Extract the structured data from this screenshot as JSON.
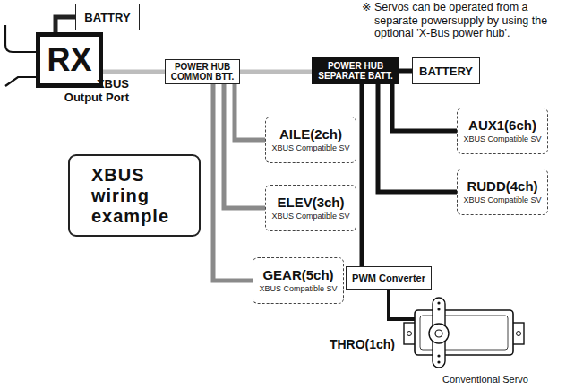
{
  "diagram": {
    "nodes": [
      {
        "text": [
          "BATTRY"
        ]
      },
      {
        "text": [
          "RX"
        ]
      },
      {
        "text": [
          "POWER HUB COMMON BTT."
        ]
      },
      {
        "text": [
          "POWER HUB SEPARATE BATT."
        ]
      },
      {
        "text": [
          "BATTERY"
        ]
      },
      {
        "text": [
          "AILE(2ch)",
          "XBUS Compatible SV"
        ]
      },
      {
        "text": [
          "AUX1(6ch)",
          "XBUS Compatible SV"
        ]
      },
      {
        "text": [
          "ELEV(3ch)",
          "XBUS Compatible SV"
        ]
      },
      {
        "text": [
          "RUDD(4ch)",
          "XBUS Compatible SV"
        ]
      },
      {
        "text": [
          "XBUS wiring example"
        ]
      },
      {
        "text": [
          "GEAR(5ch)",
          "XBUS Compatible SV"
        ]
      },
      {
        "text": [
          "PWM Converter"
        ]
      },
      {
        "text": [
          "THRO(1ch)",
          "Conventional Servo"
        ]
      }
    ],
    "edges": [
      {
        "from": 0,
        "to": 1,
        "arrow": "none"
      },
      {
        "from": 1,
        "to": 2,
        "arrow": "none"
      },
      {
        "from": 2,
        "to": 3,
        "arrow": "none"
      },
      {
        "from": 3,
        "to": 4,
        "arrow": "none"
      },
      {
        "from": 2,
        "to": 5,
        "arrow": "none"
      },
      {
        "from": 2,
        "to": 7,
        "arrow": "none"
      },
      {
        "from": 2,
        "to": 10,
        "arrow": "none"
      },
      {
        "from": 3,
        "to": 6,
        "arrow": "none"
      },
      {
        "from": 3,
        "to": 8,
        "arrow": "none"
      },
      {
        "from": 3,
        "to": 11,
        "arrow": "none"
      },
      {
        "from": 11,
        "to": 12,
        "arrow": "none"
      }
    ],
    "labels": [
      "XBUS Output Port",
      "※ Servos can be operated from a separate powersupply by using the optional 'X-Bus power hub'."
    ]
  }
}
